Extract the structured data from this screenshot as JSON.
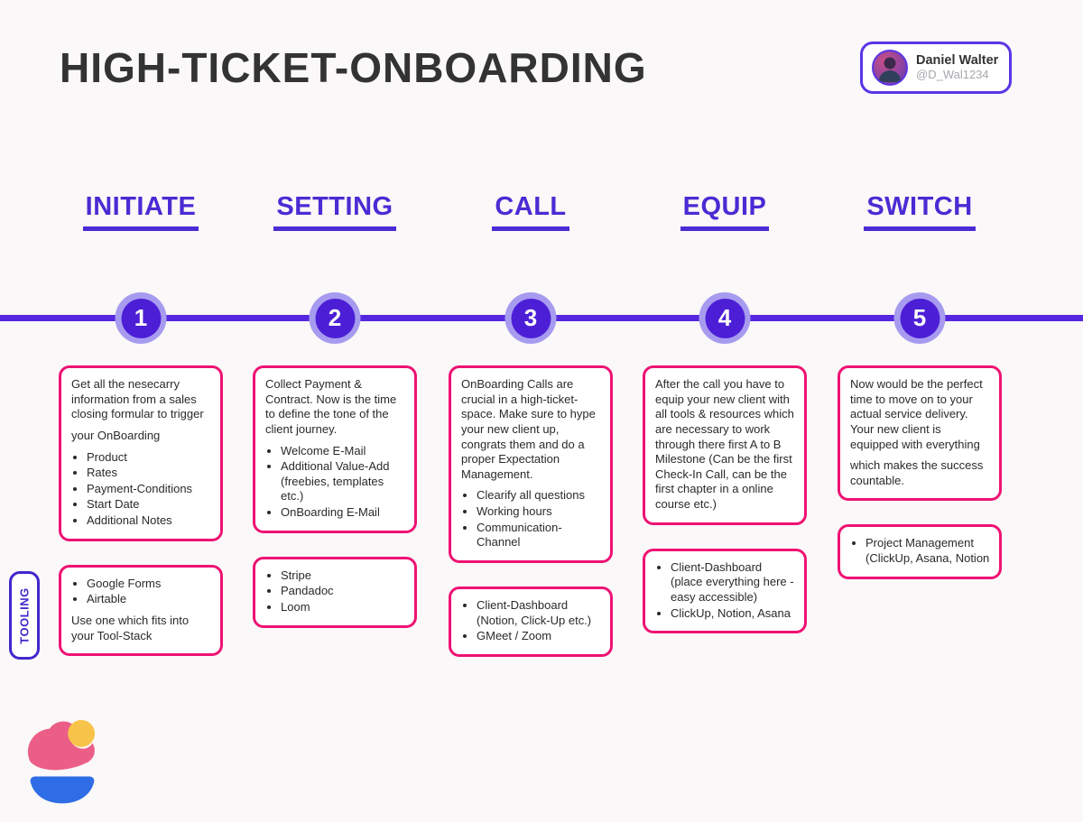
{
  "title": "HIGH-TICKET-ONBOARDING",
  "profile": {
    "name": "Daniel Walter",
    "handle": "@D_Wal1234",
    "avatar_icon": "person-avatar"
  },
  "tooling_label": "TOOLING",
  "logo_icon": "cupcake-logo",
  "colors": {
    "purple": "#4a2bd4",
    "purple_light": "#a79bf0",
    "pink_border": "#ee1273",
    "title_text": "#333333",
    "background": "#faf8f8",
    "logo_pink": "#eb5e87",
    "logo_yellow": "#f8c349",
    "logo_blue": "#2e6de6"
  },
  "steps": [
    {
      "label": "INITIATE",
      "number": "1",
      "main": {
        "pre": [
          "Get all the nesecarry information from a sales closing formular to trigger",
          "your OnBoarding"
        ],
        "bullets": [
          "Product",
          "Rates",
          "Payment-Conditions",
          "Start Date",
          "Additional Notes"
        ],
        "post": []
      },
      "tooling": {
        "pre": [],
        "bullets": [
          "Google Forms",
          "Airtable"
        ],
        "post": [
          "Use one which fits into your Tool-Stack"
        ]
      }
    },
    {
      "label": "SETTING",
      "number": "2",
      "main": {
        "pre": [
          "Collect Payment & Contract. Now is the time to define the tone of the client journey."
        ],
        "bullets": [
          "Welcome E-Mail",
          "Additional Value-Add (freebies, templates etc.)",
          "OnBoarding E-Mail"
        ],
        "post": []
      },
      "tooling": {
        "pre": [],
        "bullets": [
          "Stripe",
          "Pandadoc",
          "Loom"
        ],
        "post": []
      }
    },
    {
      "label": "CALL",
      "number": "3",
      "main": {
        "pre": [
          "OnBoarding Calls are crucial in a high-ticket-space. Make sure to hype your new client up, congrats them and do a proper Expectation Management."
        ],
        "bullets": [
          "Clearify all questions",
          "Working hours",
          "Communication-Channel"
        ],
        "post": []
      },
      "tooling": {
        "pre": [],
        "bullets": [
          "Client-Dashboard (Notion, Click-Up etc.)",
          "GMeet / Zoom"
        ],
        "post": []
      }
    },
    {
      "label": "EQUIP",
      "number": "4",
      "main": {
        "pre": [
          "After the call you have to equip your new client with all tools & resources which are necessary to work through there first A to B Milestone (Can be the first Check-In Call, can be the first chapter in a online course etc.)"
        ],
        "bullets": [],
        "post": []
      },
      "tooling": {
        "pre": [],
        "bullets": [
          "Client-Dashboard (place everything here - easy accessible)",
          "ClickUp, Notion, Asana"
        ],
        "post": []
      }
    },
    {
      "label": "SWITCH",
      "number": "5",
      "main": {
        "pre": [
          "Now would be the perfect time to move on to your actual service delivery. Your new client is equipped with everything",
          "which makes the success countable."
        ],
        "bullets": [],
        "post": []
      },
      "tooling": {
        "pre": [],
        "bullets": [
          "Project Management (ClickUp, Asana, Notion"
        ],
        "post": []
      }
    }
  ]
}
